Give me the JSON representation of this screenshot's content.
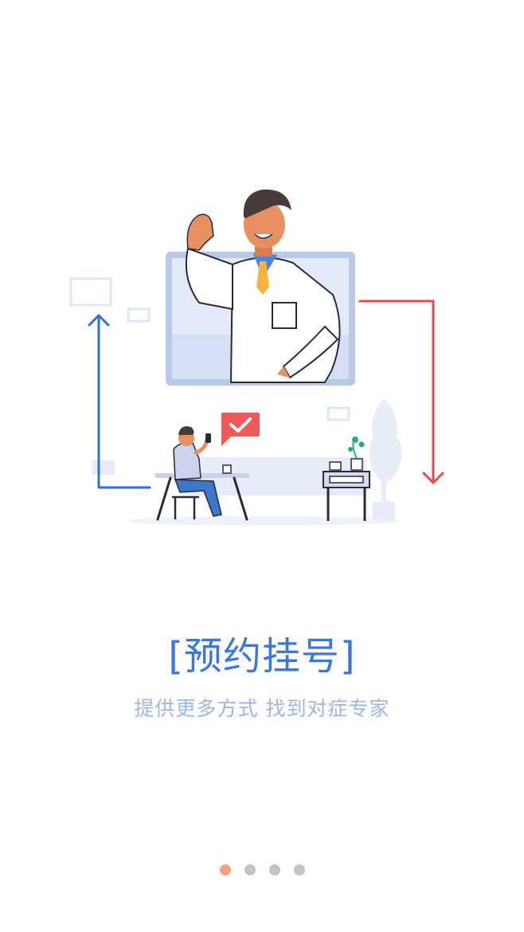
{
  "onboarding": {
    "title": "[预约挂号]",
    "subtitle": "提供更多方式 找到对症专家",
    "pagination": {
      "total": 4,
      "active_index": 0
    }
  },
  "colors": {
    "title": "#3b78d8",
    "subtitle": "#9cb6e6",
    "dot_active": "#f5a27c",
    "dot_inactive": "#c4c4c4",
    "arrow_blue": "#2f6fd6",
    "arrow_red": "#e8494d"
  }
}
